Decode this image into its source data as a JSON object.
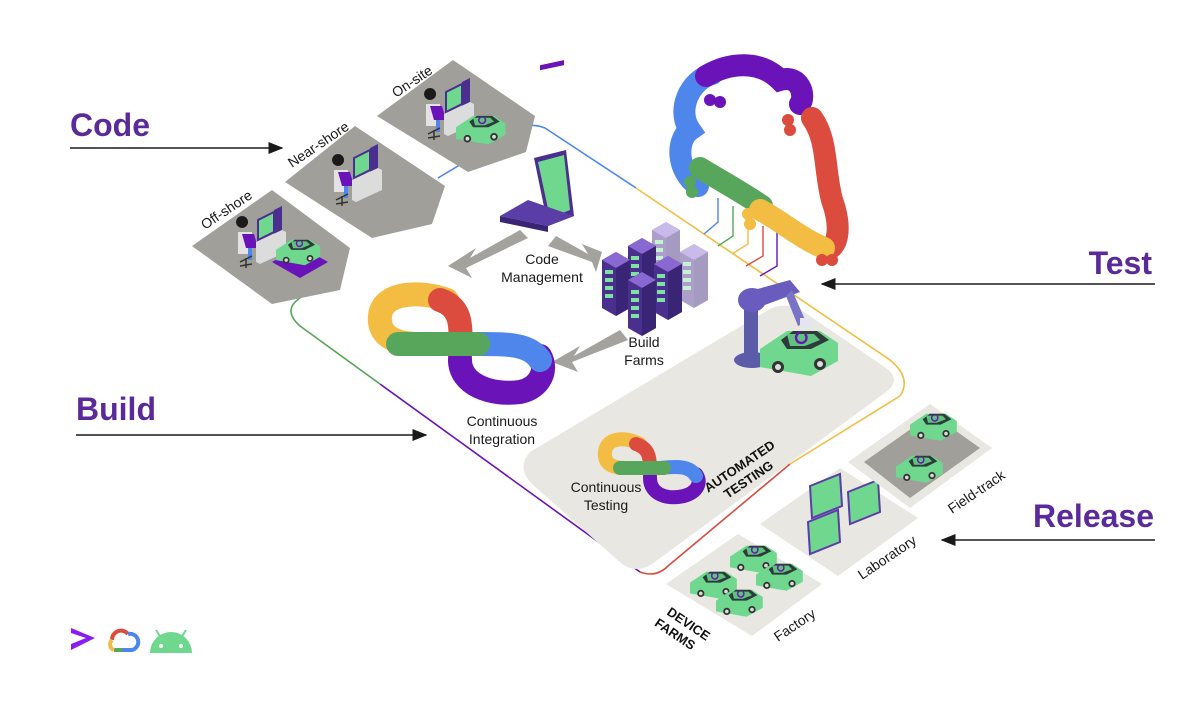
{
  "stages": {
    "code": "Code",
    "build": "Build",
    "test": "Test",
    "release": "Release"
  },
  "workstations": {
    "offshore": "Off-shore",
    "nearshore": "Near-shore",
    "onsite": "On-site"
  },
  "pipeline": {
    "code_management": [
      "Code",
      "Management"
    ],
    "build_farms": [
      "Build",
      "Farms"
    ],
    "continuous_integration": [
      "Continuous",
      "Integration"
    ],
    "continuous_testing": [
      "Continuous",
      "Testing"
    ],
    "automated_testing": [
      "AUTOMATED",
      "TESTING"
    ]
  },
  "device_farms": {
    "title": [
      "DEVICE",
      "FARMS"
    ],
    "factory": "Factory",
    "laboratory": "Laboratory",
    "field_track": "Field-track"
  },
  "colors": {
    "stage_text": "#5b2a9a",
    "google_blue": "#4f86ec",
    "google_red": "#db4c3f",
    "google_yellow": "#f2bd42",
    "google_green": "#58a65c",
    "purple": "#6a13b8",
    "car_green": "#6fd88e",
    "tile_gray": "#a09f9a",
    "platform": "#e8e7e1"
  },
  "logos": [
    "accenture-logo",
    "google-cloud-logo",
    "android-logo"
  ]
}
